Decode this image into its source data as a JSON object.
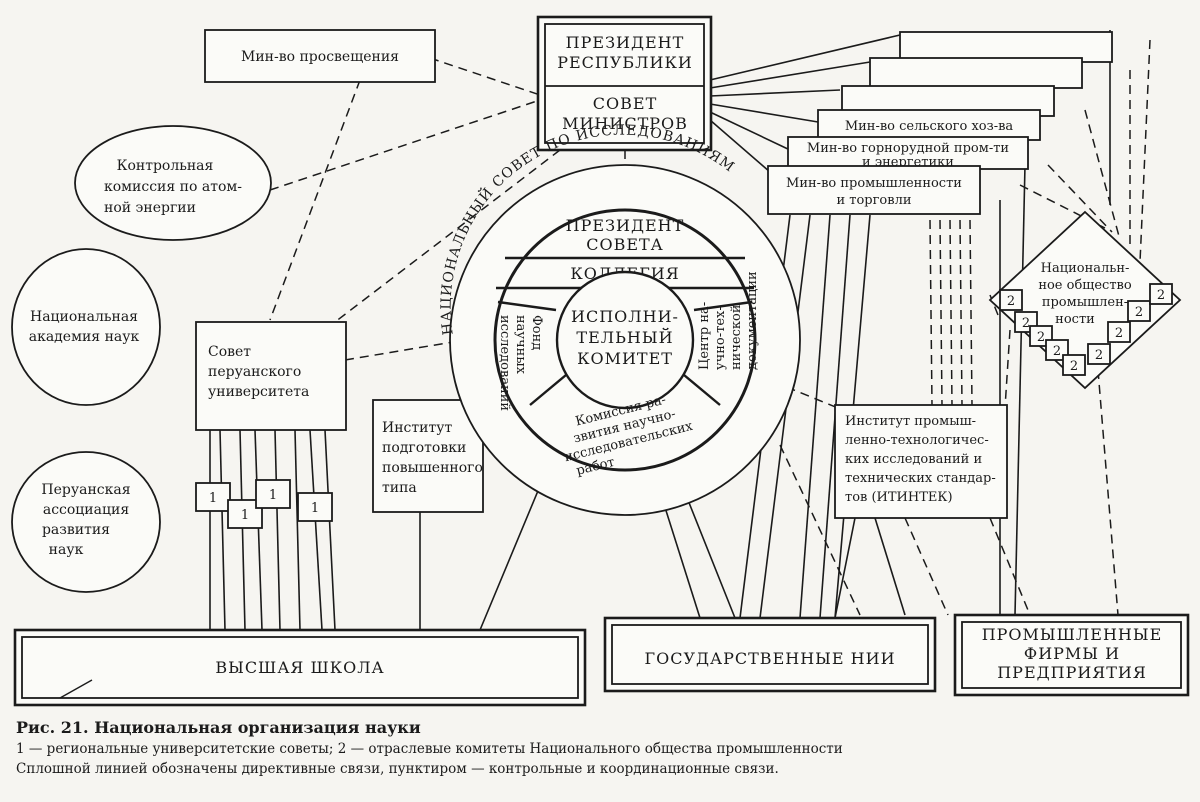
{
  "nodes": {
    "min_education": "Мин-во просвещения",
    "president_republic": [
      "ПРЕЗИДЕНТ",
      "РЕСПУБЛИКИ"
    ],
    "council_ministers": [
      "СОВЕТ",
      "МИНИСТРОВ"
    ],
    "control_commission": [
      "Контрольная",
      "комиссия по атом-",
      "ной энергии"
    ],
    "national_academy": [
      "Национальная",
      "академия наук"
    ],
    "peruvian_association": [
      "Перуанская",
      "ассоциация",
      "развития",
      "наук"
    ],
    "peruvian_university_council": [
      "Совет",
      "перуанского",
      "университета"
    ],
    "advanced_training_institute": [
      "Институт",
      "подготовки",
      "повышенного",
      "типа"
    ],
    "min_agriculture": "Мин-во сельского хоз-ва",
    "min_mining": [
      "Мин-во горнорудной пром-ти",
      "и энергетики"
    ],
    "min_industry": [
      "Мин-во промышленности",
      "и торговли"
    ],
    "national_industry_society": [
      "Национальн-",
      "ное общество",
      "промышлен-",
      "ности"
    ],
    "itintec": [
      "Институт промыш-",
      "ленно-технологичес-",
      "ких исследований и",
      "технических стандар-",
      "тов (ИТИНТЕК)"
    ],
    "higher_school": "ВЫСШАЯ ШКОЛА",
    "state_nii": "ГОСУДАРСТВЕННЫЕ НИИ",
    "industrial_firms": [
      "ПРОМЫШЛЕННЫЕ",
      "ФИРМЫ И",
      "ПРЕДПРИЯТИЯ"
    ]
  },
  "research_council": {
    "ring_title": "НАЦИОНАЛЬНЫЙ СОВЕТ ПО ИССЛЕДОВАНИЯМ",
    "president": [
      "ПРЕЗИДЕНТ",
      "СОВЕТА"
    ],
    "collegium": "КОЛЛЕГИЯ",
    "executive_committee": [
      "ИСПОЛНИ-",
      "ТЕЛЬНЫЙ",
      "КОМИТЕТ"
    ],
    "fund": [
      "Фонд",
      "научных",
      "исследований"
    ],
    "documentation_center": [
      "Центр на-",
      "учно-тех-",
      "нической",
      "документации"
    ],
    "development_commission": [
      "Комиссия ра-",
      "звития научно-",
      "исследовательских",
      "работ"
    ]
  },
  "markers": {
    "regional": "1",
    "branch": "2"
  },
  "caption": {
    "title": "Рис. 21. Национальная организация науки",
    "line1": "1 — региональные университетские советы; 2 — отраслевые комитеты Национального общества промышленности",
    "line2": "Сплошной линией обозначены директивные связи, пунктиром — контрольные и координационные связи."
  }
}
